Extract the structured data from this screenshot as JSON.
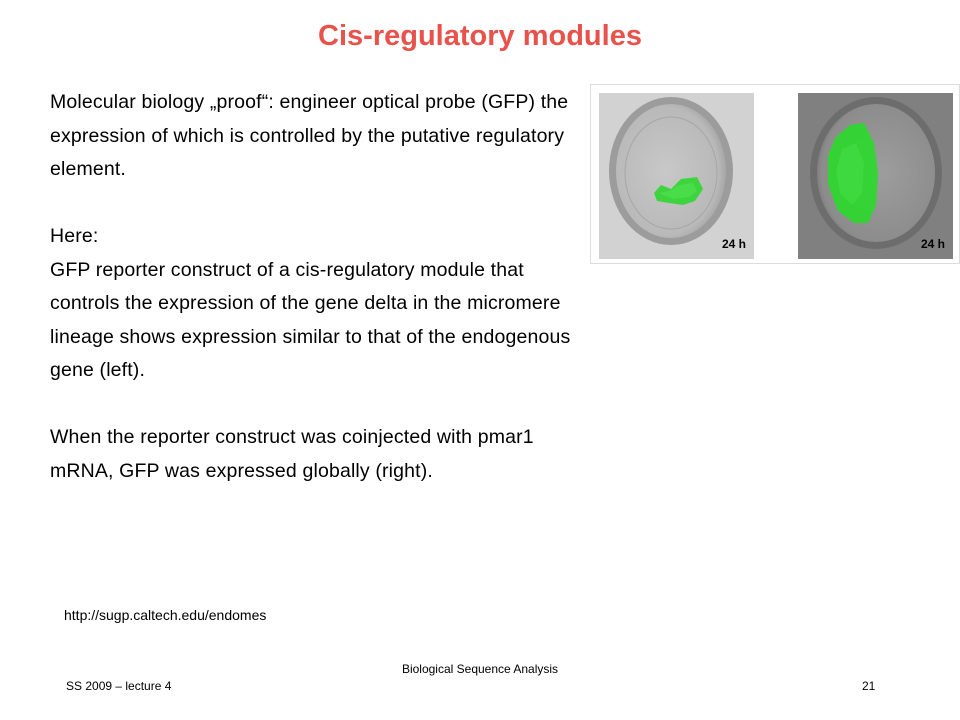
{
  "slide": {
    "title": "Cis-regulatory modules",
    "paragraphs": [
      "Molecular biology „proof“: engineer optical probe (GFP) the expression of which is controlled by the putative regulatory element.",
      "Here:",
      "GFP reporter construct of a cis-regulatory module that controls the expression of the gene delta in the micromere lineage shows expression similar to that of the endogenous gene (left).",
      "When the reporter construct was coinjected with pmar1 mRNA, GFP was expressed globally (right)."
    ],
    "url": "http://sugp.caltech.edu/endomes"
  },
  "figure": {
    "left_panel_label": "24 h",
    "right_panel_label": "24 h",
    "gfp_color": "#2fd62f",
    "accent_title_color": "#e8524a"
  },
  "footer": {
    "center": "Biological Sequence Analysis",
    "left": "SS 2009 – lecture 4",
    "page_number": "21"
  }
}
